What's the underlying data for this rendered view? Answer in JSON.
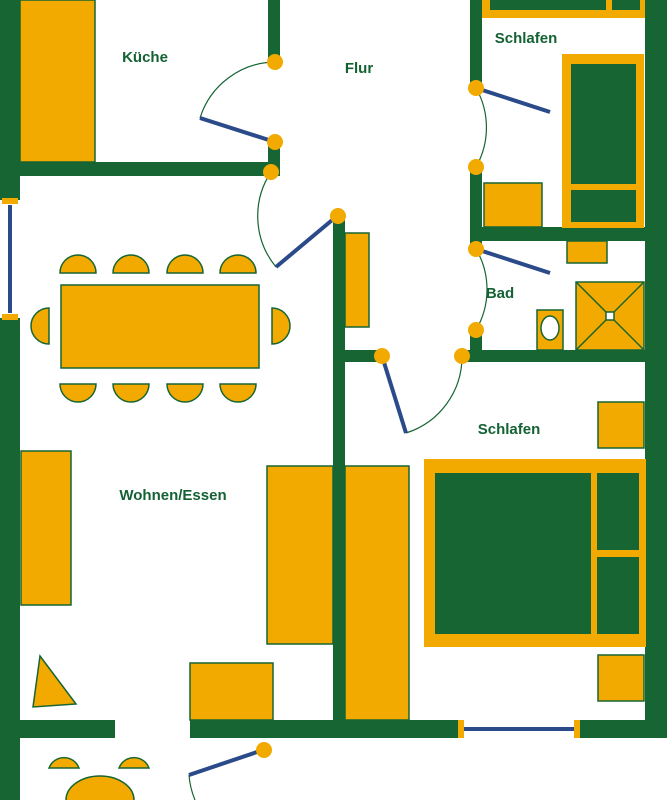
{
  "colors": {
    "wall": "#166533",
    "furniture": "#f2a900",
    "door": "#2a4a8a",
    "background": "#ffffff"
  },
  "rooms": {
    "kitchen": "Küche",
    "hallway": "Flur",
    "bedroom_small": "Schlafen",
    "bathroom": "Bad",
    "bedroom_large": "Schlafen",
    "living_dining": "Wohnen/Essen"
  }
}
